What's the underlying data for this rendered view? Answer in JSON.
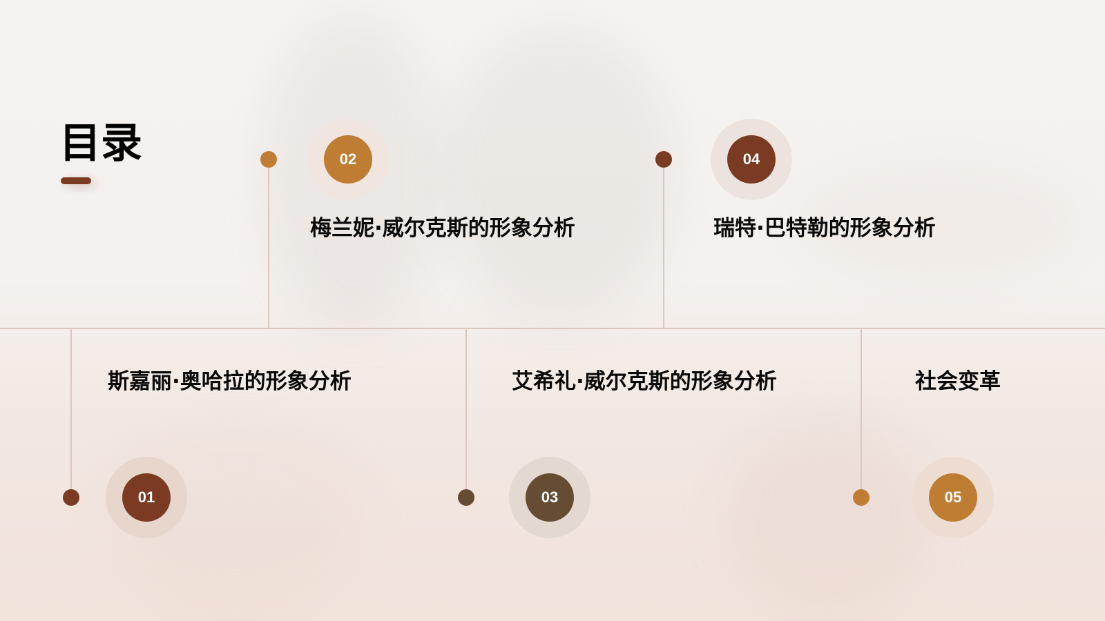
{
  "slide": {
    "title": "目录",
    "colors": {
      "accent_bar": "#7b3a22",
      "line": "#dcc6bd",
      "text": "#0a0a0a"
    }
  },
  "items": [
    {
      "number": "01",
      "label": "斯嘉丽·奥哈拉的形象分析",
      "color": "#7b3a22",
      "ring": "#e6d6cc",
      "position": "bottom"
    },
    {
      "number": "02",
      "label": "梅兰妮·威尔克斯的形象分析",
      "color": "#bf7c33",
      "ring": "#f1e6df",
      "position": "top"
    },
    {
      "number": "03",
      "label": "艾希礼·威尔克斯的形象分析",
      "color": "#654c32",
      "ring": "#e4d9d0",
      "position": "bottom"
    },
    {
      "number": "04",
      "label": "瑞特·巴特勒的形象分析",
      "color": "#7b3a22",
      "ring": "#ede3de",
      "position": "top"
    },
    {
      "number": "05",
      "label": "社会变革",
      "color": "#bf7c33",
      "ring": "#eddcd1",
      "position": "bottom"
    }
  ]
}
